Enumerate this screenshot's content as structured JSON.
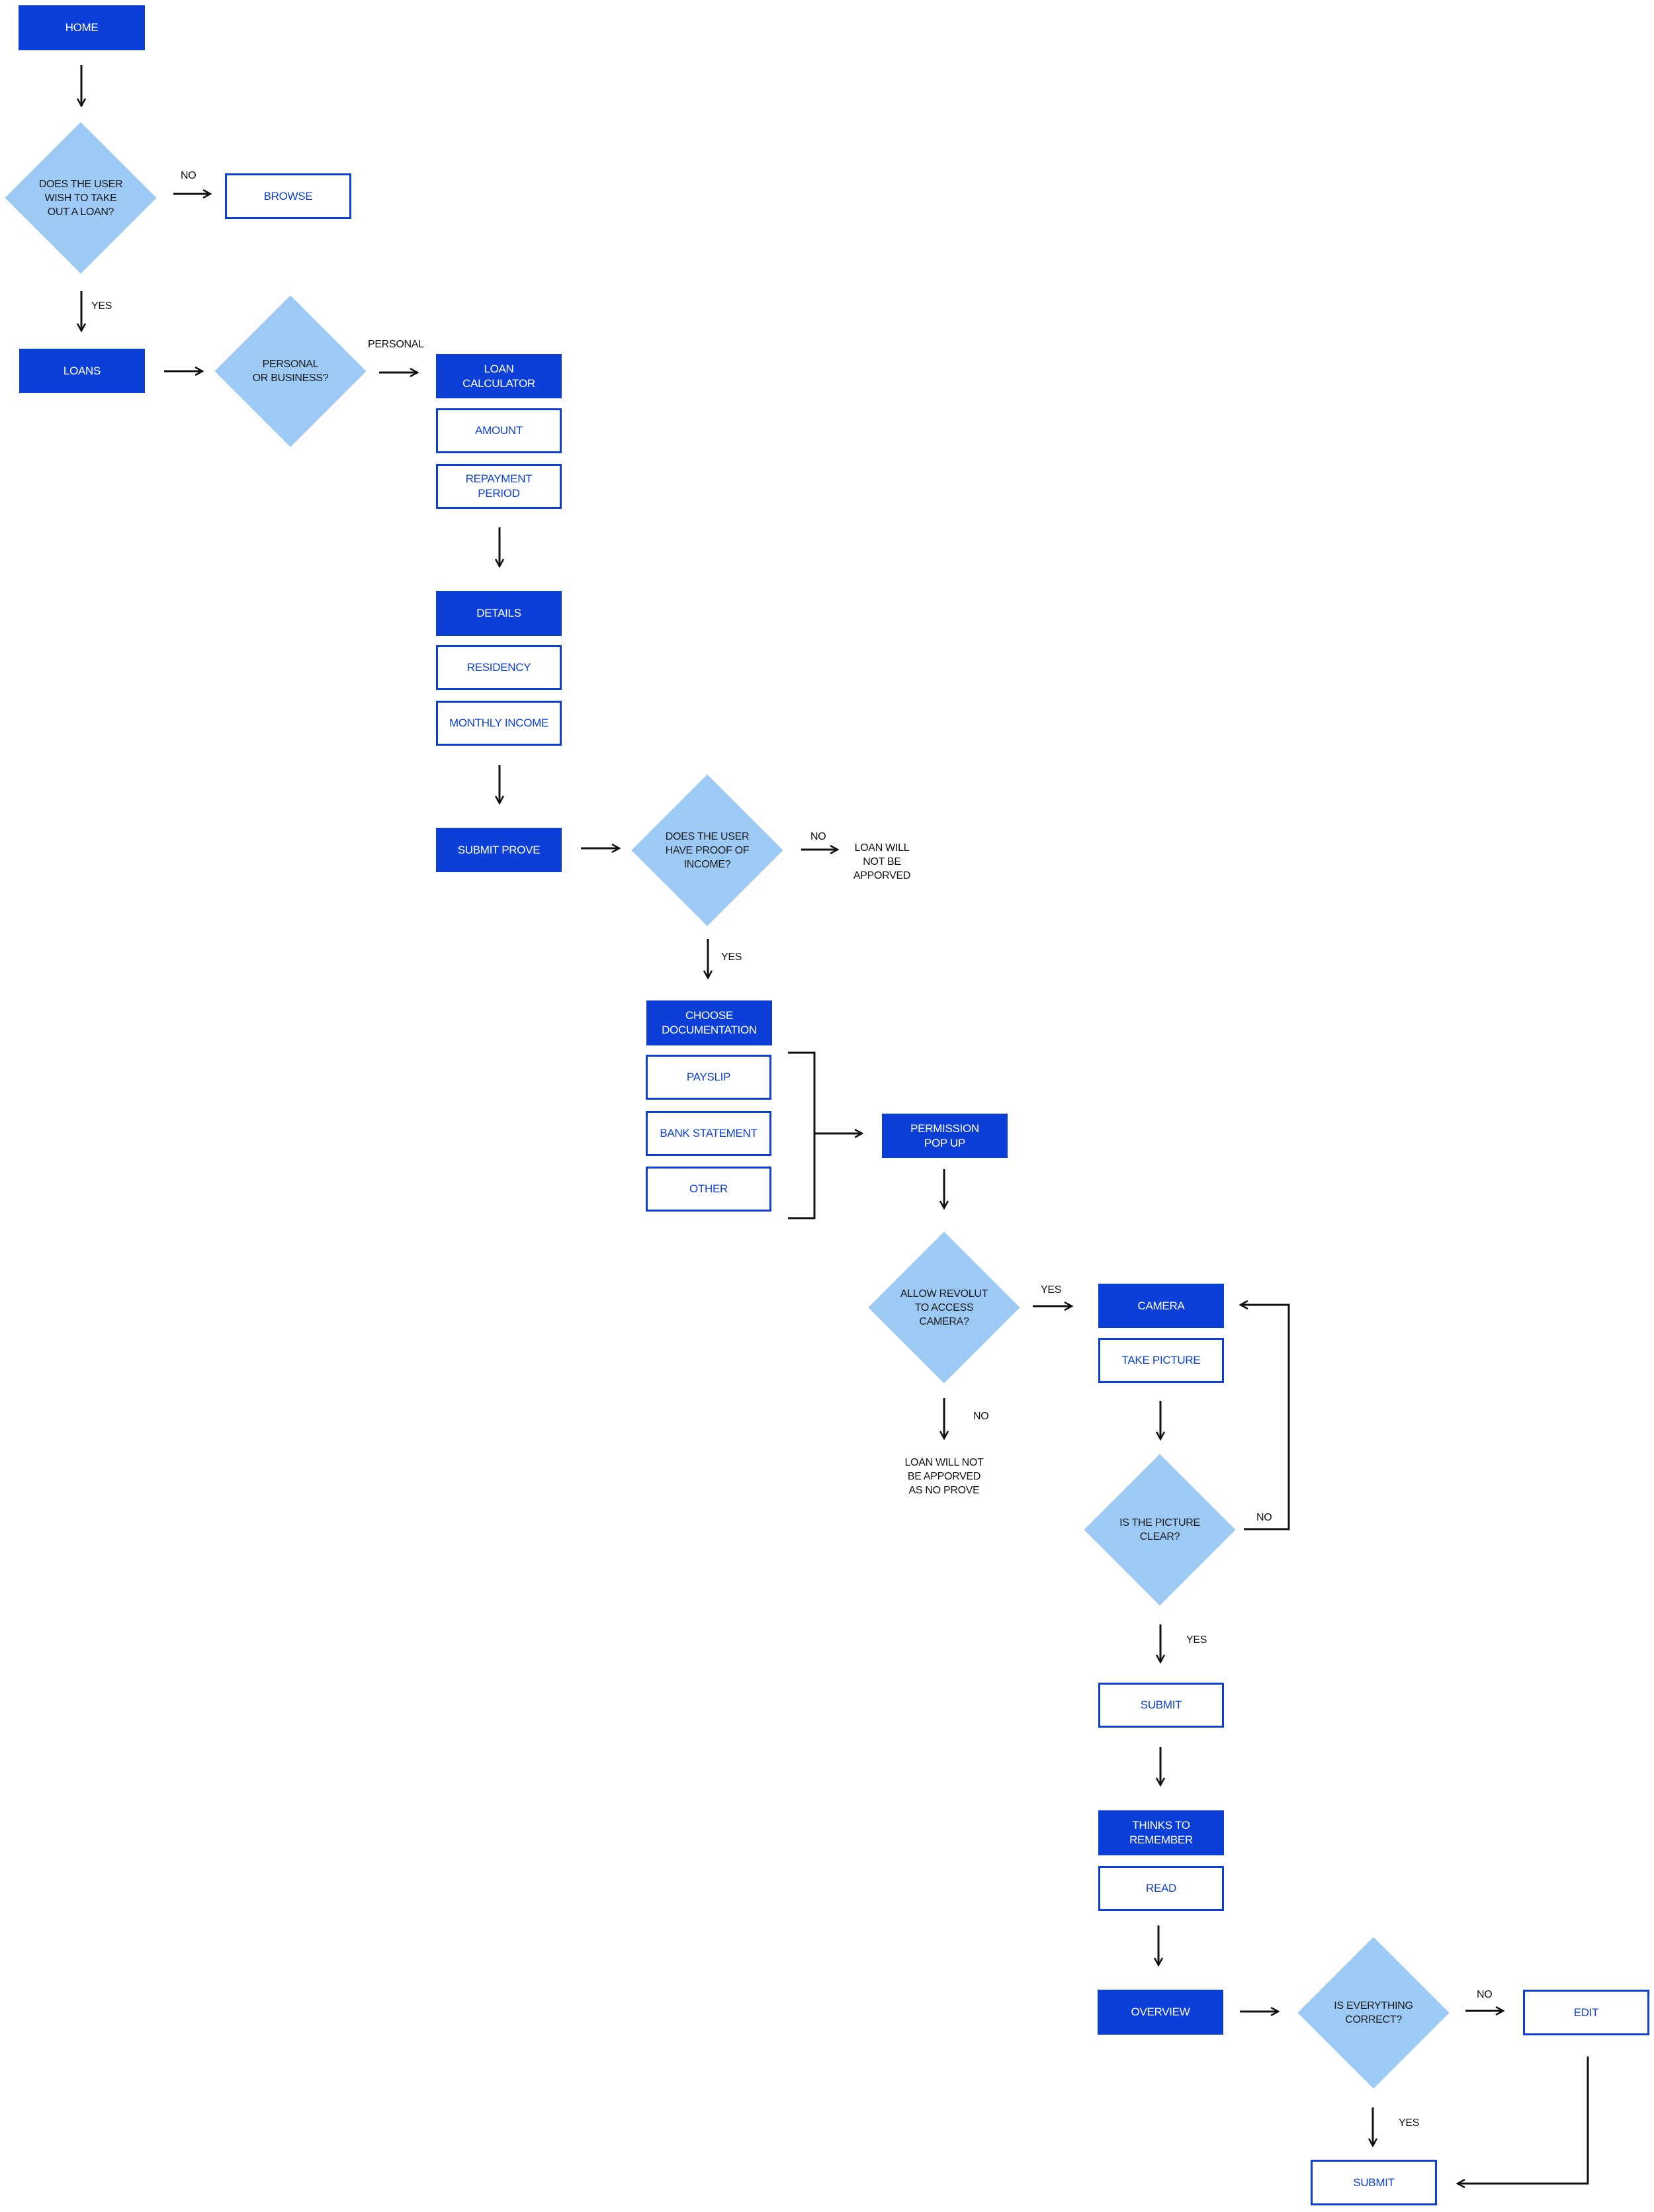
{
  "colors": {
    "primary_blue": "#0b3fd8",
    "diamond_fill": "#9ccaf5",
    "line": "#111111"
  },
  "boxes": {
    "home": "HOME",
    "browse": "BROWSE",
    "loans": "LOANS",
    "loan_calculator": "LOAN\nCALCULATOR",
    "amount": "AMOUNT",
    "repayment_period": "REPAYMENT\nPERIOD",
    "details": "DETAILS",
    "residency": "RESIDENCY",
    "monthly_income": "MONTHLY INCOME",
    "submit_prove": "SUBMIT PROVE",
    "choose_documentation": "CHOOSE\nDOCUMENTATION",
    "payslip": "PAYSLIP",
    "bank_statement": "BANK STATEMENT",
    "other": "OTHER",
    "permission_popup": "PERMISSION\nPOP UP",
    "camera": "CAMERA",
    "take_picture": "TAKE PICTURE",
    "submit_1": "SUBMIT",
    "thinks_to_remember": "THINKS TO\nREMEMBER",
    "read": "READ",
    "overview": "OVERVIEW",
    "edit": "EDIT",
    "submit_2": "SUBMIT"
  },
  "decisions": {
    "wish_loan": "DOES THE USER\nWISH TO TAKE\nOUT A LOAN?",
    "personal_business": "PERSONAL\nOR BUSINESS?",
    "proof_income": "DOES THE USER\nHAVE PROOF OF\nINCOME?",
    "allow_camera": "ALLOW REVOLUT\nTO ACCESS\nCAMERA?",
    "picture_clear": "IS THE PICTURE\nCLEAR?",
    "everything_correct": "IS EVERYTHING\nCORRECT?"
  },
  "edge_labels": {
    "no_browse": "NO",
    "yes_loans": "YES",
    "personal": "PERSONAL",
    "no_proof": "NO",
    "yes_proof": "YES",
    "yes_camera": "YES",
    "no_camera": "NO",
    "no_picture": "NO",
    "yes_picture": "YES",
    "no_correct": "NO",
    "yes_correct": "YES"
  },
  "notes": {
    "loan_not_approved": "LOAN WILL\nNOT BE\nAPPORVED",
    "loan_not_approved_no_prove": "LOAN WILL NOT\nBE APPORVED\nAS NO PROVE"
  }
}
